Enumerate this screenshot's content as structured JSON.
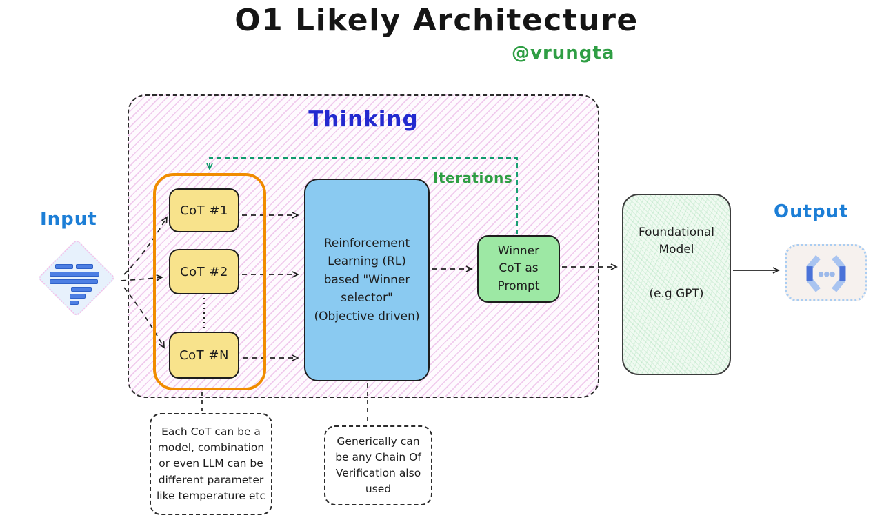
{
  "title": {
    "text": "O1 Likely Architecture",
    "author_handle": "@vrungta"
  },
  "regions": {
    "thinking_label": "Thinking",
    "iterations_label": "Iterations"
  },
  "io": {
    "input_label": "Input",
    "output_label": "Output"
  },
  "cot": {
    "items": [
      {
        "label": "CoT #1"
      },
      {
        "label": "CoT #2"
      },
      {
        "label": "CoT #N"
      }
    ]
  },
  "boxes": {
    "rl_selector": "Reinforcement Learning (RL) based \"Winner selector\" (Objective driven)",
    "winner": "Winner CoT as Prompt",
    "foundational_line1": "Foundational Model",
    "foundational_line2": "(e.g GPT)"
  },
  "annotations": {
    "cot_note": "Each CoT can be a model, combination or even LLM can be different parameter like temperature etc",
    "verification_note": "Generically can be any Chain Of Verification also used"
  },
  "icons": {
    "input": "document-lines-icon",
    "output": "code-ellipsis-icon"
  },
  "colors": {
    "ink": "#1d1d1d",
    "title": "#151515",
    "author_green": "#2f9e44",
    "thinking_hatch_pink": "#e192d9",
    "thinking_label_blue": "#2329cf",
    "io_label_blue": "#1c7ed6",
    "iterations_green": "#2f9e44",
    "loop_teal_green": "#0f9b6c",
    "cot_group_orange": "#f08c00",
    "cot_yellow": "#f8e38c",
    "rl_blue": "#8acaf1",
    "winner_green": "#9de8a4",
    "foundational_green": "#f0faf1",
    "output_icon_blue_dark": "#4a72d8",
    "output_icon_blue_light": "#a9c4f0",
    "input_bar_blue": "#4d7fe3"
  }
}
